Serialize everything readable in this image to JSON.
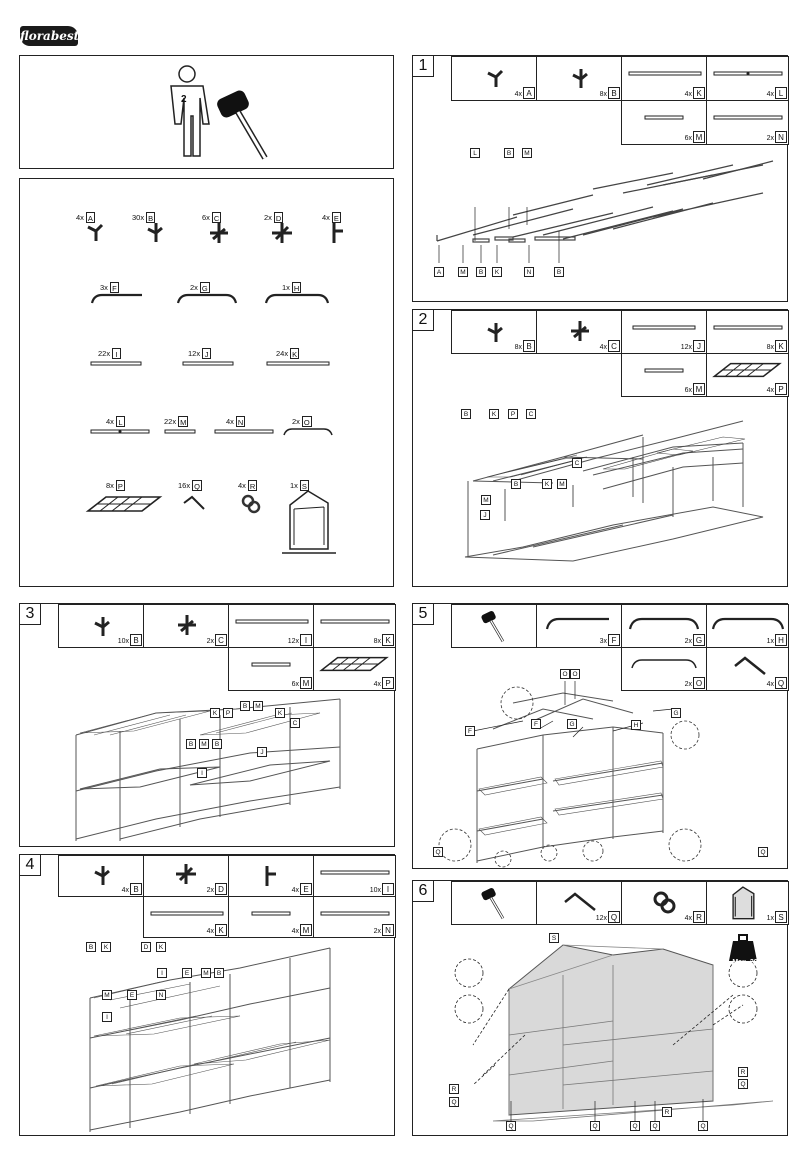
{
  "brand": {
    "name": "florabest"
  },
  "people_panel": {
    "count": "2"
  },
  "parts": [
    {
      "qty": "4x",
      "id": "A"
    },
    {
      "qty": "30x",
      "id": "B"
    },
    {
      "qty": "6x",
      "id": "C"
    },
    {
      "qty": "2x",
      "id": "D"
    },
    {
      "qty": "4x",
      "id": "E"
    },
    {
      "qty": "3x",
      "id": "F"
    },
    {
      "qty": "2x",
      "id": "G"
    },
    {
      "qty": "1x",
      "id": "H"
    },
    {
      "qty": "22x",
      "id": "I"
    },
    {
      "qty": "12x",
      "id": "J"
    },
    {
      "qty": "24x",
      "id": "K"
    },
    {
      "qty": "4x",
      "id": "L"
    },
    {
      "qty": "22x",
      "id": "M"
    },
    {
      "qty": "4x",
      "id": "N"
    },
    {
      "qty": "2x",
      "id": "O"
    },
    {
      "qty": "8x",
      "id": "P"
    },
    {
      "qty": "16x",
      "id": "Q"
    },
    {
      "qty": "4x",
      "id": "R"
    },
    {
      "qty": "1x",
      "id": "S"
    }
  ],
  "steps": [
    {
      "num": "1",
      "cells": [
        {
          "qty": "4x",
          "id": "A"
        },
        {
          "qty": "8x",
          "id": "B"
        },
        {
          "qty": "4x",
          "id": "K"
        },
        {
          "qty": "4x",
          "id": "L"
        },
        {
          "qty": "6x",
          "id": "M"
        },
        {
          "qty": "2x",
          "id": "N"
        }
      ],
      "tags": [
        "L",
        "B",
        "M",
        "A",
        "M",
        "B",
        "K",
        "N",
        "B"
      ]
    },
    {
      "num": "2",
      "cells": [
        {
          "qty": "8x",
          "id": "B"
        },
        {
          "qty": "4x",
          "id": "C"
        },
        {
          "qty": "12x",
          "id": "J"
        },
        {
          "qty": "8x",
          "id": "K"
        },
        {
          "qty": "6x",
          "id": "M"
        },
        {
          "qty": "4x",
          "id": "P"
        }
      ],
      "tags": [
        "B",
        "K",
        "P",
        "C",
        "C",
        "B",
        "K",
        "M",
        "M",
        "J"
      ]
    },
    {
      "num": "3",
      "cells": [
        {
          "qty": "10x",
          "id": "B"
        },
        {
          "qty": "2x",
          "id": "C"
        },
        {
          "qty": "12x",
          "id": "I"
        },
        {
          "qty": "8x",
          "id": "K"
        },
        {
          "qty": "6x",
          "id": "M"
        },
        {
          "qty": "4x",
          "id": "P"
        }
      ],
      "tags": [
        "B",
        "M",
        "K",
        "P",
        "K",
        "C",
        "B",
        "M",
        "B",
        "J",
        "I"
      ]
    },
    {
      "num": "4",
      "cells": [
        {
          "qty": "4x",
          "id": "B"
        },
        {
          "qty": "2x",
          "id": "D"
        },
        {
          "qty": "4x",
          "id": "E"
        },
        {
          "qty": "10x",
          "id": "I"
        },
        {
          "qty": "4x",
          "id": "K"
        },
        {
          "qty": "4x",
          "id": "M"
        },
        {
          "qty": "2x",
          "id": "N"
        }
      ],
      "tags": [
        "B",
        "K",
        "D",
        "K",
        "I",
        "E",
        "M",
        "B",
        "M",
        "E",
        "N",
        "I"
      ]
    },
    {
      "num": "5",
      "cells": [
        {
          "qty": "3x",
          "id": "F"
        },
        {
          "qty": "2x",
          "id": "G"
        },
        {
          "qty": "1x",
          "id": "H"
        },
        {
          "qty": "2x",
          "id": "O"
        },
        {
          "qty": "4x",
          "id": "Q"
        }
      ],
      "tags": [
        "O",
        "O",
        "G",
        "F",
        "F",
        "G",
        "H",
        "Q",
        "Q"
      ]
    },
    {
      "num": "6",
      "cells": [
        {
          "qty": "12x",
          "id": "Q"
        },
        {
          "qty": "4x",
          "id": "R"
        },
        {
          "qty": "1x",
          "id": "S"
        }
      ],
      "tags": [
        "S",
        "R",
        "Q",
        "R",
        "Q",
        "Q",
        "Q",
        "Q",
        "Q",
        "R",
        "Q"
      ],
      "weight_label": "Max. 20 kg"
    }
  ]
}
